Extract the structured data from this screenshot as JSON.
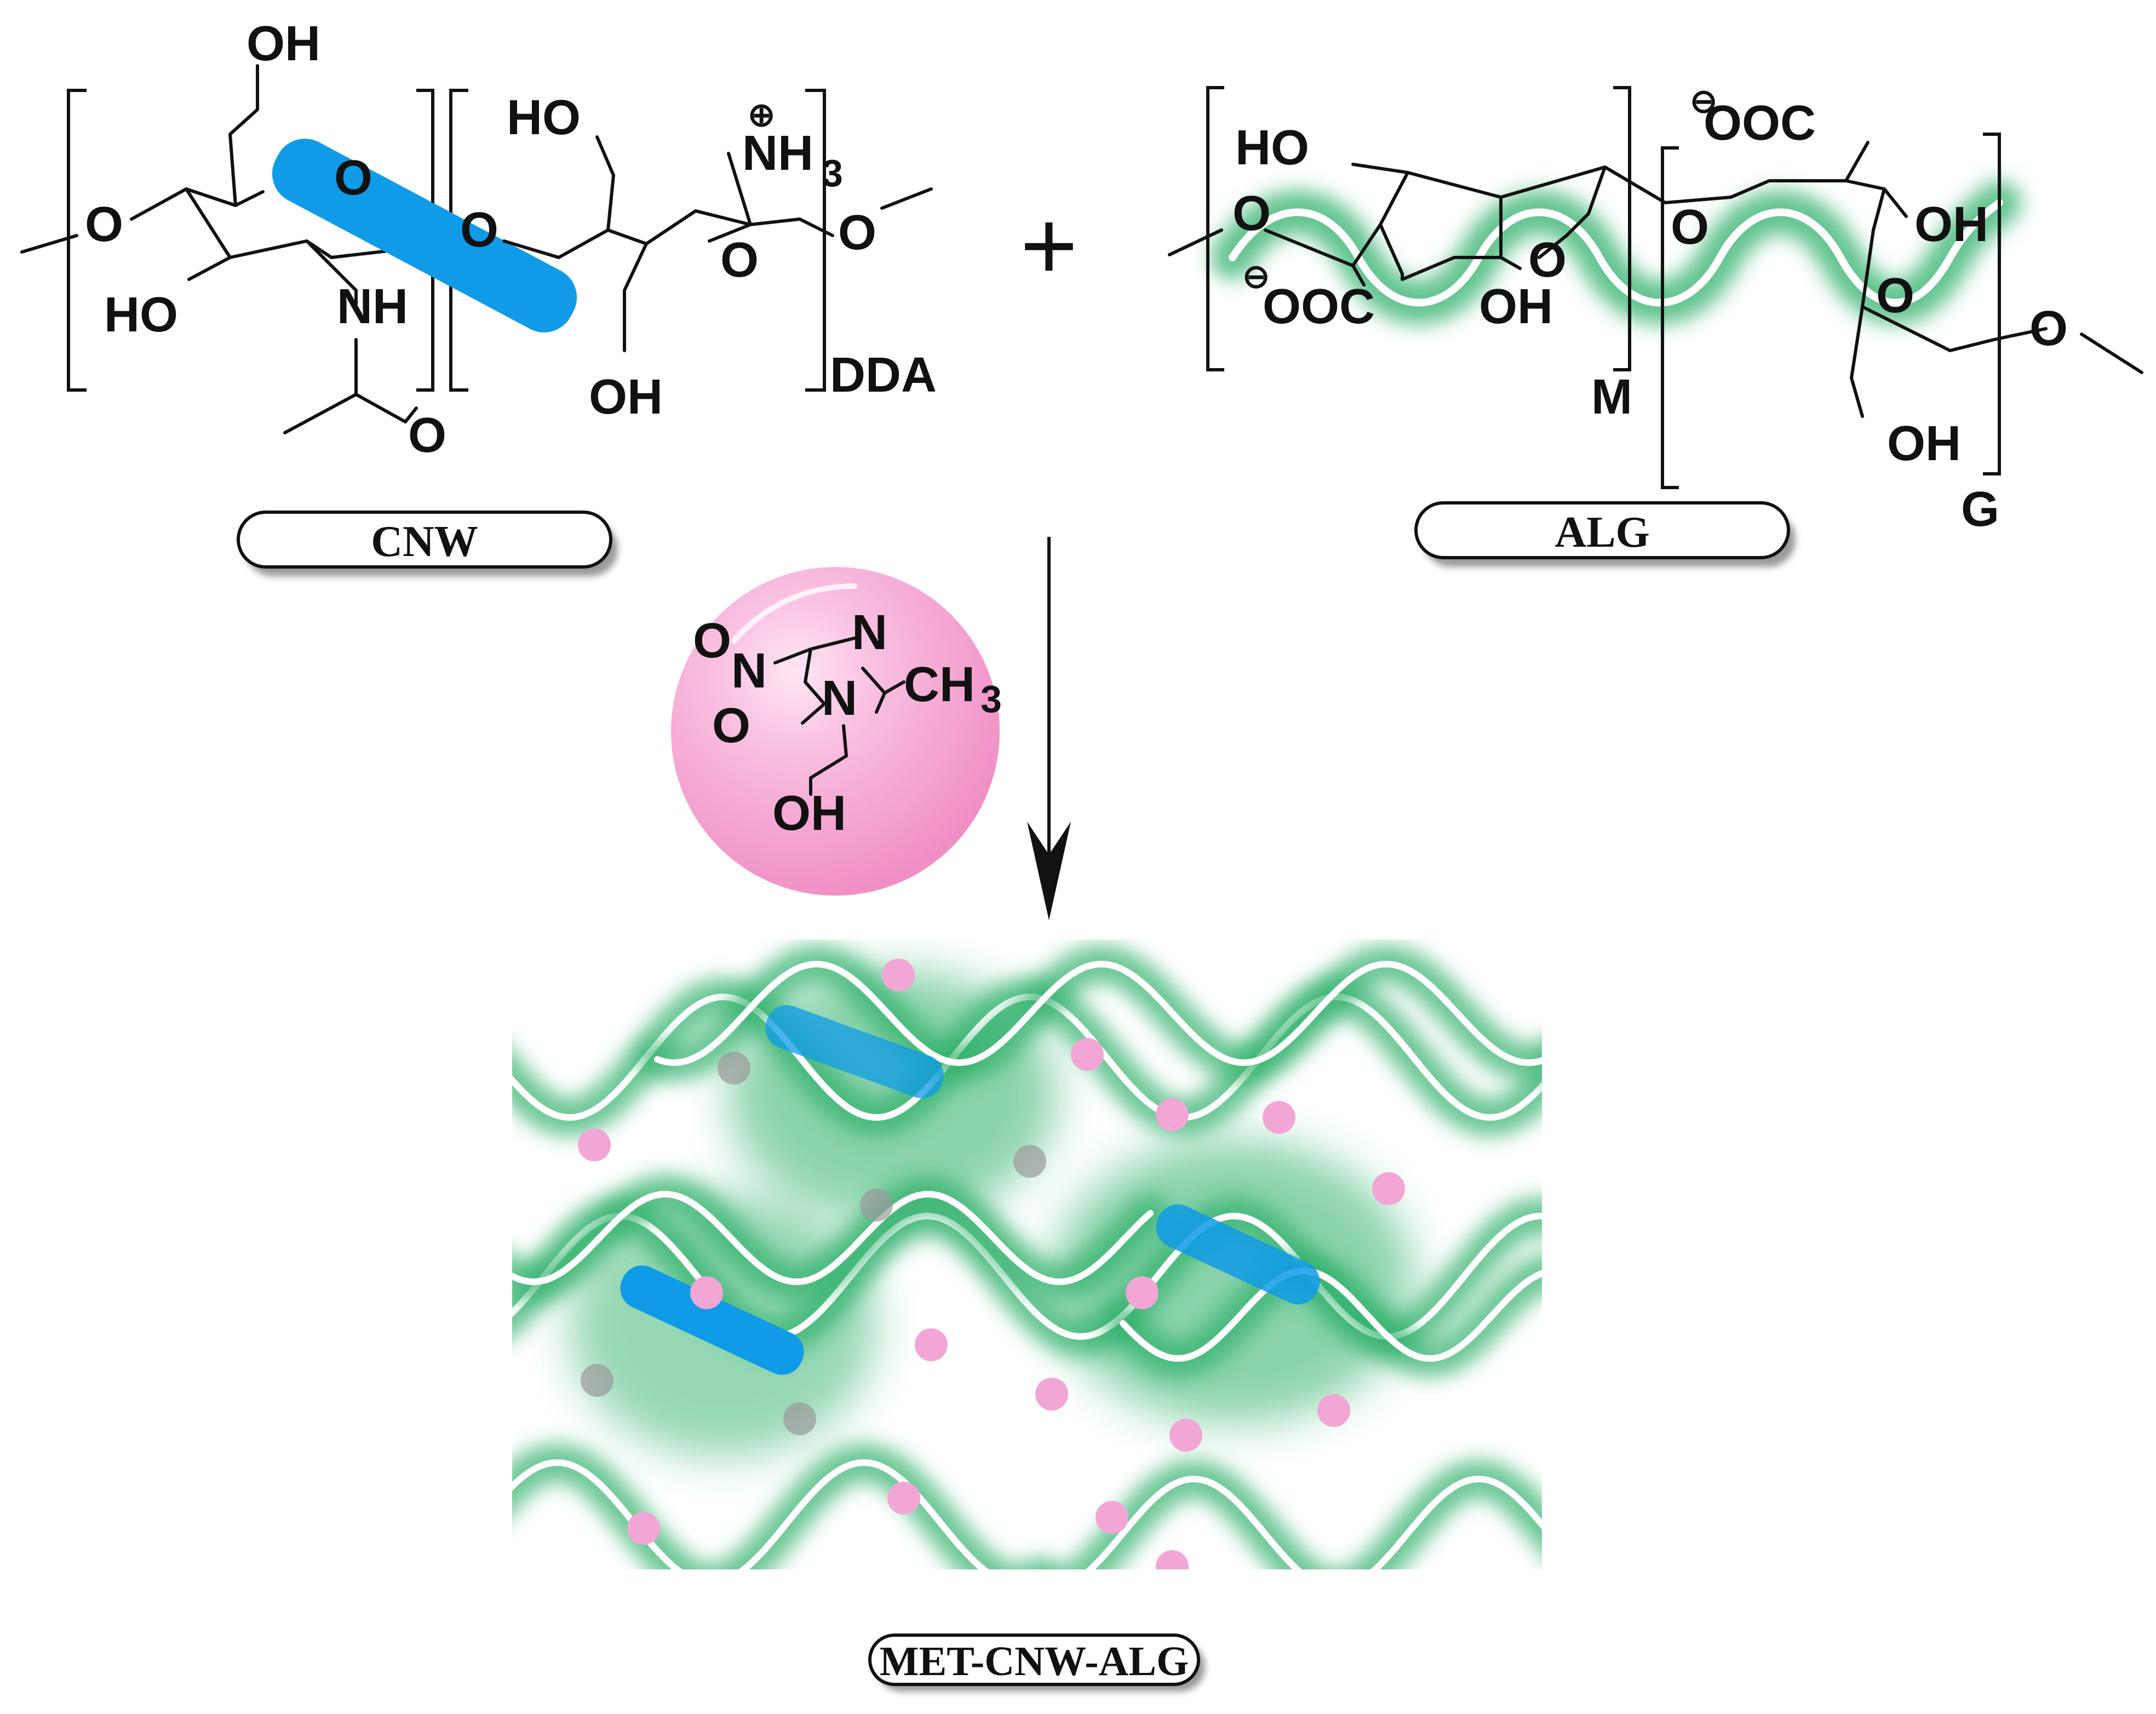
{
  "cnw": {
    "label": "CNW",
    "atoms": {
      "oh_top": "OH",
      "o_left": "O",
      "ho_left": "HO",
      "o_ring1": "O",
      "nh": "NH",
      "o_carbonyl": "O",
      "o_link": "O",
      "ho_top2": "HO",
      "nh3": "NH",
      "nh3_sub": "3",
      "plus_charge": "⊕",
      "o_ring2": "O",
      "oh_bottom": "OH",
      "o_right": "O"
    },
    "repeat_label": "DDA"
  },
  "operator": "+",
  "alg": {
    "label": "ALG",
    "atoms": {
      "ho_top": "HO",
      "o_left": "O",
      "minus1": "⊖",
      "ooc1": "OOC",
      "o_ring1": "O",
      "oh_mid": "OH",
      "o_link": "O",
      "minus2": "⊖",
      "ooc2": "OOC",
      "oh_right": "OH",
      "o_ring2": "O",
      "oh_bottom": "OH",
      "o_right": "O"
    },
    "repeat_m": "M",
    "repeat_g": "G"
  },
  "drug": {
    "atoms": {
      "n_top": "N",
      "n_ring": "N",
      "o_nitro1": "O",
      "n_nitro": "N",
      "o_nitro2": "O",
      "ch3": "CH",
      "ch3_sub": "3",
      "oh": "OH"
    }
  },
  "product": {
    "label": "MET-CNW-ALG"
  },
  "colors": {
    "cnw_rod": "#0f9be8",
    "alg_glow": "#2fb06a",
    "drug_sphere": "#f7a9d4",
    "drug_dot": "#f2a6d6",
    "gray_dot": "#9a9a9a"
  }
}
